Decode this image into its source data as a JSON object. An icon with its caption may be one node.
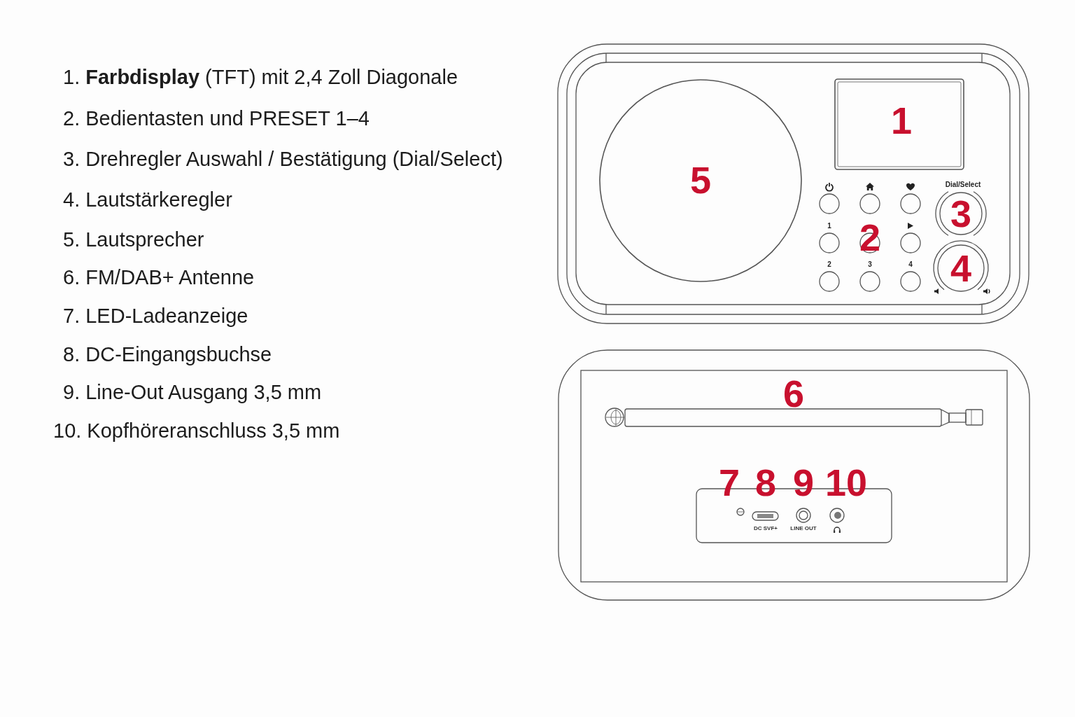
{
  "diagram": {
    "labels": [
      "1. **Farbdisplay** (TFT) mit 2,4 Zoll Diagonale",
      "2. Bedientasten und PRESET 1–4",
      "3. Drehregler Auswahl / Bestätigung (Dial/Select)",
      "4. Lautstärkeregler",
      "5. Lautsprecher",
      "6. FM/DAB+ Antenne",
      "7. LED-Ladeanzeige",
      "8. DC-Eingangsbuchse",
      "9. Line-Out Ausgang 3,5 mm",
      "10. Kopfhöreranschluss 3,5 mm",
      "1",
      "5",
      "Dial/Select",
      "3",
      "1",
      "2",
      "2",
      "3",
      "4",
      "4",
      "6",
      "7",
      "8",
      "9",
      "10",
      "DC SVF+",
      "LINE OUT"
    ]
  }
}
